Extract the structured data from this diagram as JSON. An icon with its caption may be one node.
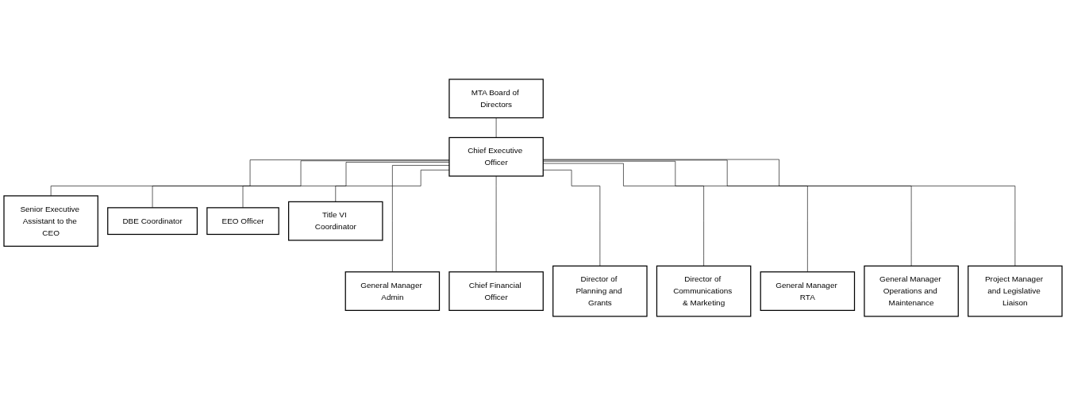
{
  "diagram": {
    "nodes": [
      {
        "text": [
          "MTA Board of Directors"
        ]
      },
      {
        "text": [
          "Chief Executive Officer"
        ]
      },
      {
        "text": [
          "Senior Executive Assistant to the CEO"
        ]
      },
      {
        "text": [
          "DBE Coordinator"
        ]
      },
      {
        "text": [
          "EEO Officer"
        ]
      },
      {
        "text": [
          "Title VI Coordinator"
        ]
      },
      {
        "text": [
          "General Manager Admin"
        ]
      },
      {
        "text": [
          "Chief Financial Officer"
        ]
      },
      {
        "text": [
          "Director of Planning and Grants"
        ]
      },
      {
        "text": [
          "Director of Communications & Marketing"
        ]
      },
      {
        "text": [
          "General Manager RTA"
        ]
      },
      {
        "text": [
          "General Manager Operations and Maintenance"
        ]
      },
      {
        "text": [
          "Project Manager and Legislative Liaison"
        ]
      }
    ],
    "edges": [
      {
        "from": 0,
        "to": 1,
        "arrow": "none"
      },
      {
        "from": 1,
        "to": 2,
        "arrow": "none"
      },
      {
        "from": 1,
        "to": 3,
        "arrow": "none"
      },
      {
        "from": 1,
        "to": 4,
        "arrow": "none"
      },
      {
        "from": 1,
        "to": 5,
        "arrow": "none"
      },
      {
        "from": 1,
        "to": 6,
        "arrow": "none"
      },
      {
        "from": 1,
        "to": 7,
        "arrow": "none"
      },
      {
        "from": 1,
        "to": 8,
        "arrow": "none"
      },
      {
        "from": 1,
        "to": 9,
        "arrow": "none"
      },
      {
        "from": 1,
        "to": 10,
        "arrow": "none"
      },
      {
        "from": 1,
        "to": 11,
        "arrow": "none"
      },
      {
        "from": 1,
        "to": 12,
        "arrow": "none"
      }
    ]
  }
}
